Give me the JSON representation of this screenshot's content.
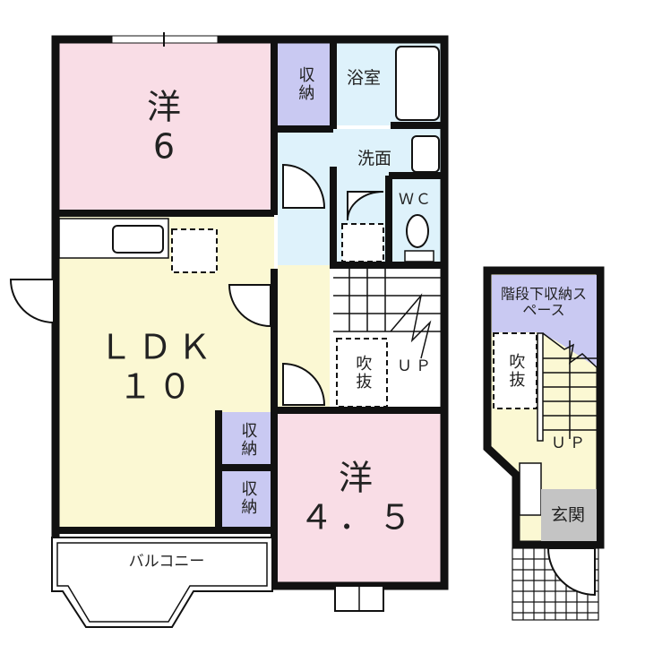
{
  "rooms": {
    "western_6": {
      "name": "洋",
      "size": "6"
    },
    "ldk": {
      "name": "ＬＤＫ",
      "size": "１０"
    },
    "western_4_5": {
      "name": "洋",
      "size": "４．５"
    },
    "storage_top": "収納",
    "storage_mid": "収納",
    "storage_low": "収納",
    "bath": "浴室",
    "washroom": "洗面",
    "wc": "ＷＣ",
    "void_main": "吹抜",
    "up_main": "ＵＰ",
    "balcony": "バルコニー",
    "under_stair_storage": "階段下収納スペース",
    "void_entry": "吹抜",
    "up_entry": "ＵＰ",
    "entrance": "玄関"
  },
  "colors": {
    "western": "#f9dde6",
    "ldk": "#fbf8d3",
    "storage": "#c9c9f2",
    "water": "#def2fb",
    "entrance": "#c4c4c4",
    "wall": "#111111"
  }
}
